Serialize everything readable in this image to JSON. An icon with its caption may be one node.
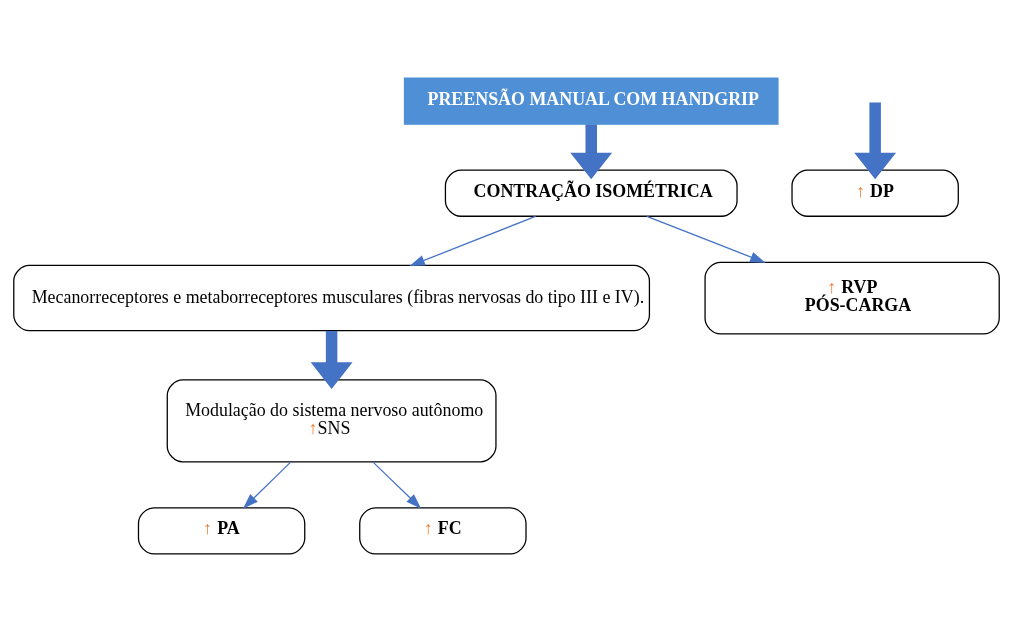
{
  "diagram": {
    "nodes": [
      {
        "text": [
          "PREENSÃO MANUAL COM HANDGRIP"
        ]
      },
      {
        "text": [
          "CONTRAÇÃO ISOMÉTRICA"
        ]
      },
      {
        "text": [
          "Mecanorreceptores e metaborreceptores musculares (fibras nervosas do tipo III e IV)."
        ]
      },
      {
        "text": [
          "↑",
          "RVP",
          "PÓS-CARGA"
        ]
      },
      {
        "text": [
          "Modulação do sistema nervoso autônomo",
          "↑",
          "SNS"
        ]
      },
      {
        "text": [
          "↑",
          "PA"
        ]
      },
      {
        "text": [
          "↑",
          "DP"
        ]
      },
      {
        "text": [
          "↑",
          "FC"
        ]
      }
    ],
    "edges": [
      {
        "from": 0,
        "to": 1,
        "arrow": "to",
        "style": "thick"
      },
      {
        "from": 1,
        "to": 2,
        "arrow": "to"
      },
      {
        "from": 1,
        "to": 3,
        "arrow": "to"
      },
      {
        "from": 2,
        "to": 4,
        "arrow": "to",
        "style": "thick"
      },
      {
        "from": 4,
        "to": 5,
        "arrow": "to"
      },
      {
        "from": 4,
        "to": 7,
        "arrow": "to"
      },
      {
        "from": null,
        "to": 6,
        "arrow": "to",
        "style": "thick"
      }
    ]
  }
}
